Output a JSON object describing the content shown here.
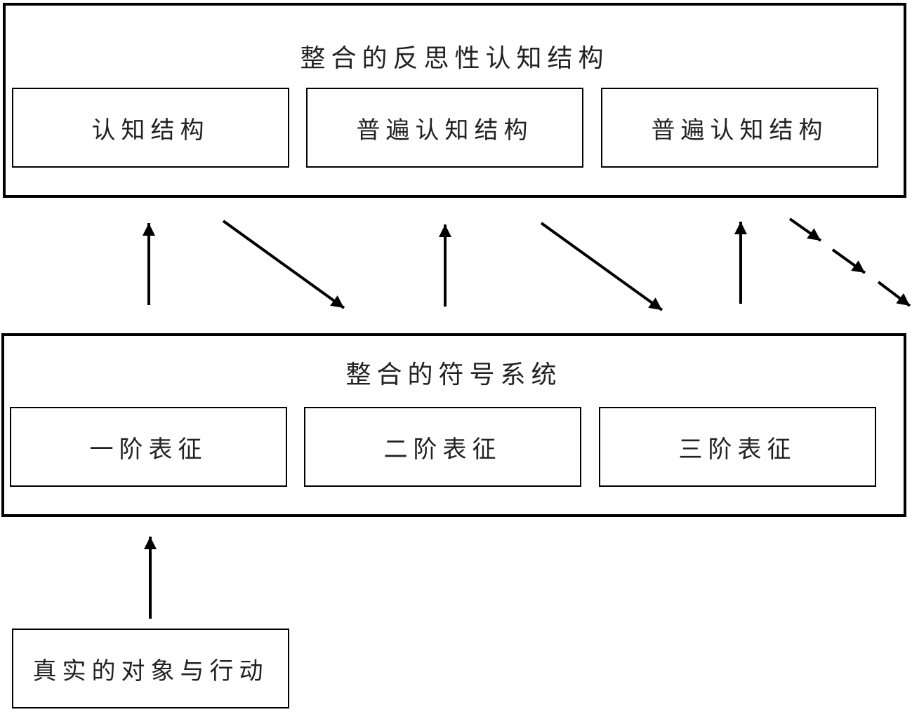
{
  "reflective_structure": {
    "title": "整合的反思性认知结构",
    "items": [
      "认知结构",
      "普遍认知结构",
      "普遍认知结构"
    ]
  },
  "symbol_system": {
    "title": "整合的符号系统",
    "items": [
      "一阶表征",
      "二阶表征",
      "三阶表征"
    ]
  },
  "source": {
    "label": "真实的对象与行动"
  }
}
